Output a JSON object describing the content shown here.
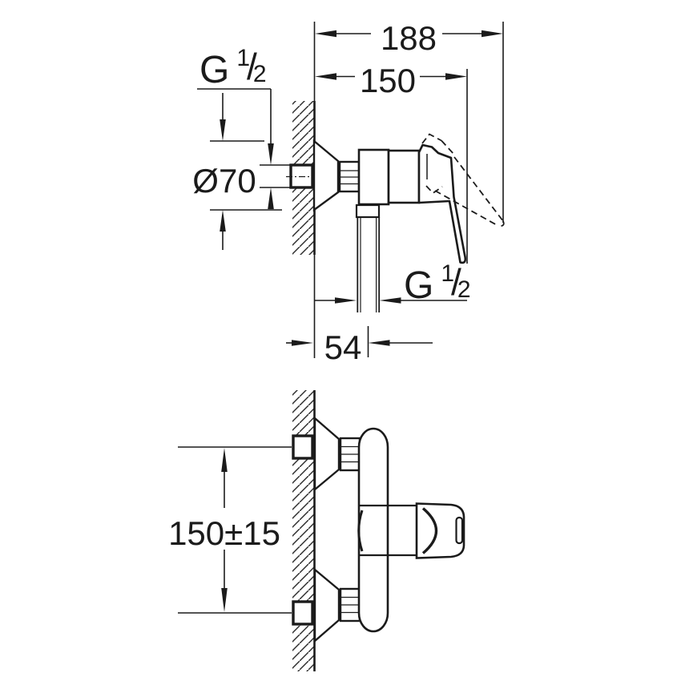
{
  "colors": {
    "background": "#ffffff",
    "line": "#1b1b1b"
  },
  "labels": {
    "overall_depth": "188",
    "depth_to_handle_axis": "150",
    "escutcheon_diameter": "Ø70",
    "outlet_wall_offset": "54",
    "inlet_centers_spacing": "150±15",
    "inlet_thread": {
      "letter": "G",
      "numerator": "1",
      "slash": "/",
      "denominator": "2"
    },
    "outlet_thread": {
      "letter": "G",
      "numerator": "1",
      "slash": "/",
      "denominator": "2"
    }
  }
}
